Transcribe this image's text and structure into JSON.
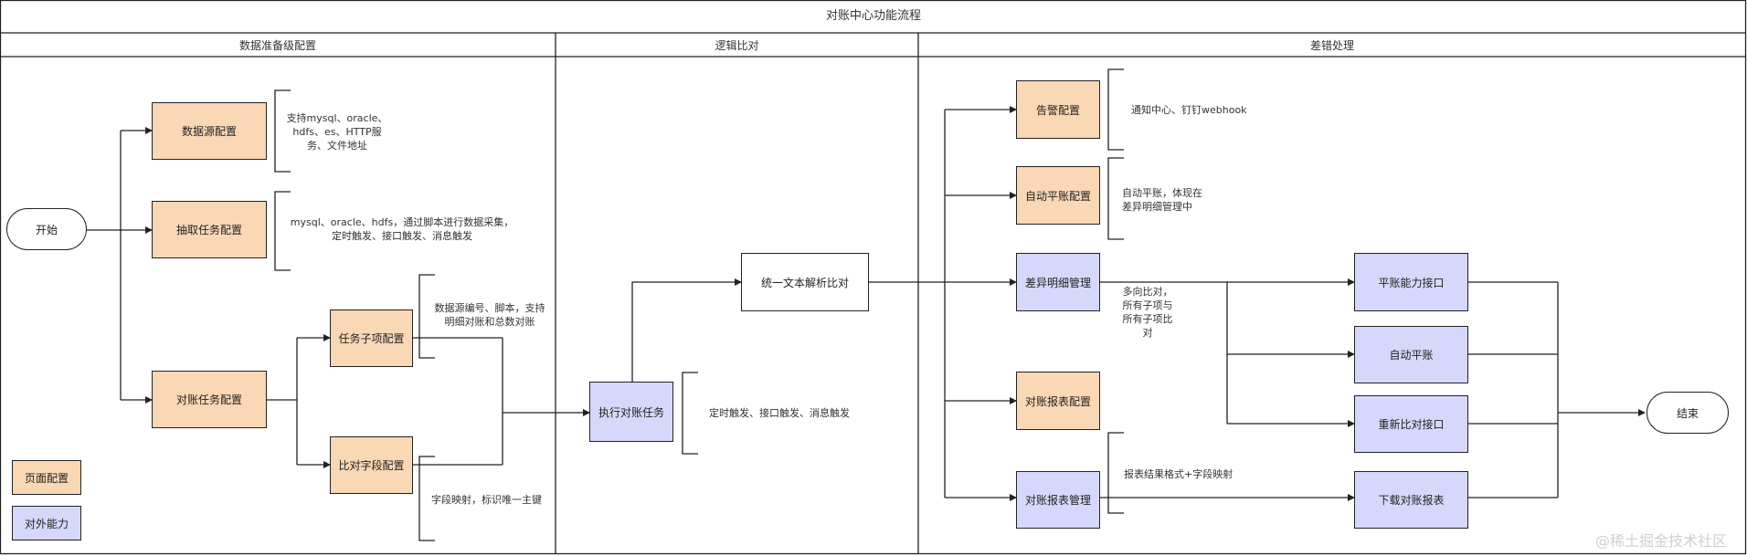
{
  "title": "对账中心功能流程",
  "lanes": {
    "data_prep": "数据准备级配置",
    "logic_compare": "逻辑比对",
    "error_handling": "差错处理"
  },
  "nodes": {
    "start": "开始",
    "end": "结束",
    "datasource_config": "数据源配置",
    "extract_task_config": "抽取任务配置",
    "recon_task_config": "对账任务配置",
    "task_subitem_config": "任务子项配置",
    "compare_field_config": "比对字段配置",
    "execute_recon_task": "执行对账任务",
    "unified_text_parse": "统一文本解析比对",
    "alert_config": "告警配置",
    "auto_balance_config": "自动平账配置",
    "diff_detail_mgmt": "差异明细管理",
    "recon_report_config": "对账报表配置",
    "recon_report_mgmt": "对账报表管理",
    "balance_api": "平账能力接口",
    "auto_balance": "自动平账",
    "recompare_api": "重新比对接口",
    "download_report": "下载对账报表"
  },
  "notes": {
    "datasource": [
      "支持mysql、oracle、",
      "hdfs、es、HTTP服",
      "务、文件地址"
    ],
    "extract": [
      "mysql、oracle、hdfs，通过脚本进行数据采集，",
      "定时触发、接口触发、消息触发"
    ],
    "subitem": [
      "数据源编号、脚本，支持",
      "明细对账和总数对账"
    ],
    "compare_field": [
      "字段映射，标识唯一主键"
    ],
    "execute": [
      "定时触发、接口触发、消息触发"
    ],
    "alert": [
      "通知中心、钉钉webhook"
    ],
    "auto_balance": [
      "自动平账，体现在",
      "差异明细管理中"
    ],
    "diff_detail": [
      "多向比对，",
      "所有子项与",
      "所有子项比",
      "对"
    ],
    "report_mgmt": [
      "报表结果格式+字段映射"
    ]
  },
  "legend": {
    "page_config": "页面配置",
    "external": "对外能力"
  },
  "watermark": "@稀土掘金技术社区",
  "colors": {
    "page_config": "#fad7b5",
    "external_capability": "#d6d8fb",
    "line": "#222222"
  }
}
